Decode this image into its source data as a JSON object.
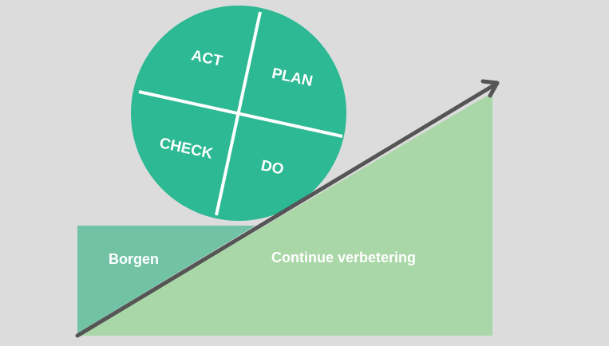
{
  "colors": {
    "background": "#dcdcdc",
    "wheel": "#2cb993",
    "wheel_lines": "#ffffff",
    "wedge": "#a9d7a7",
    "borgen_block": "#72c3a5",
    "arrow": "#555555",
    "text": "#ffffff"
  },
  "pdca": {
    "act": "ACT",
    "plan": "PLAN",
    "check": "CHECK",
    "do": "DO"
  },
  "labels": {
    "borgen": "Borgen",
    "continuous_improvement": "Continue verbetering"
  }
}
